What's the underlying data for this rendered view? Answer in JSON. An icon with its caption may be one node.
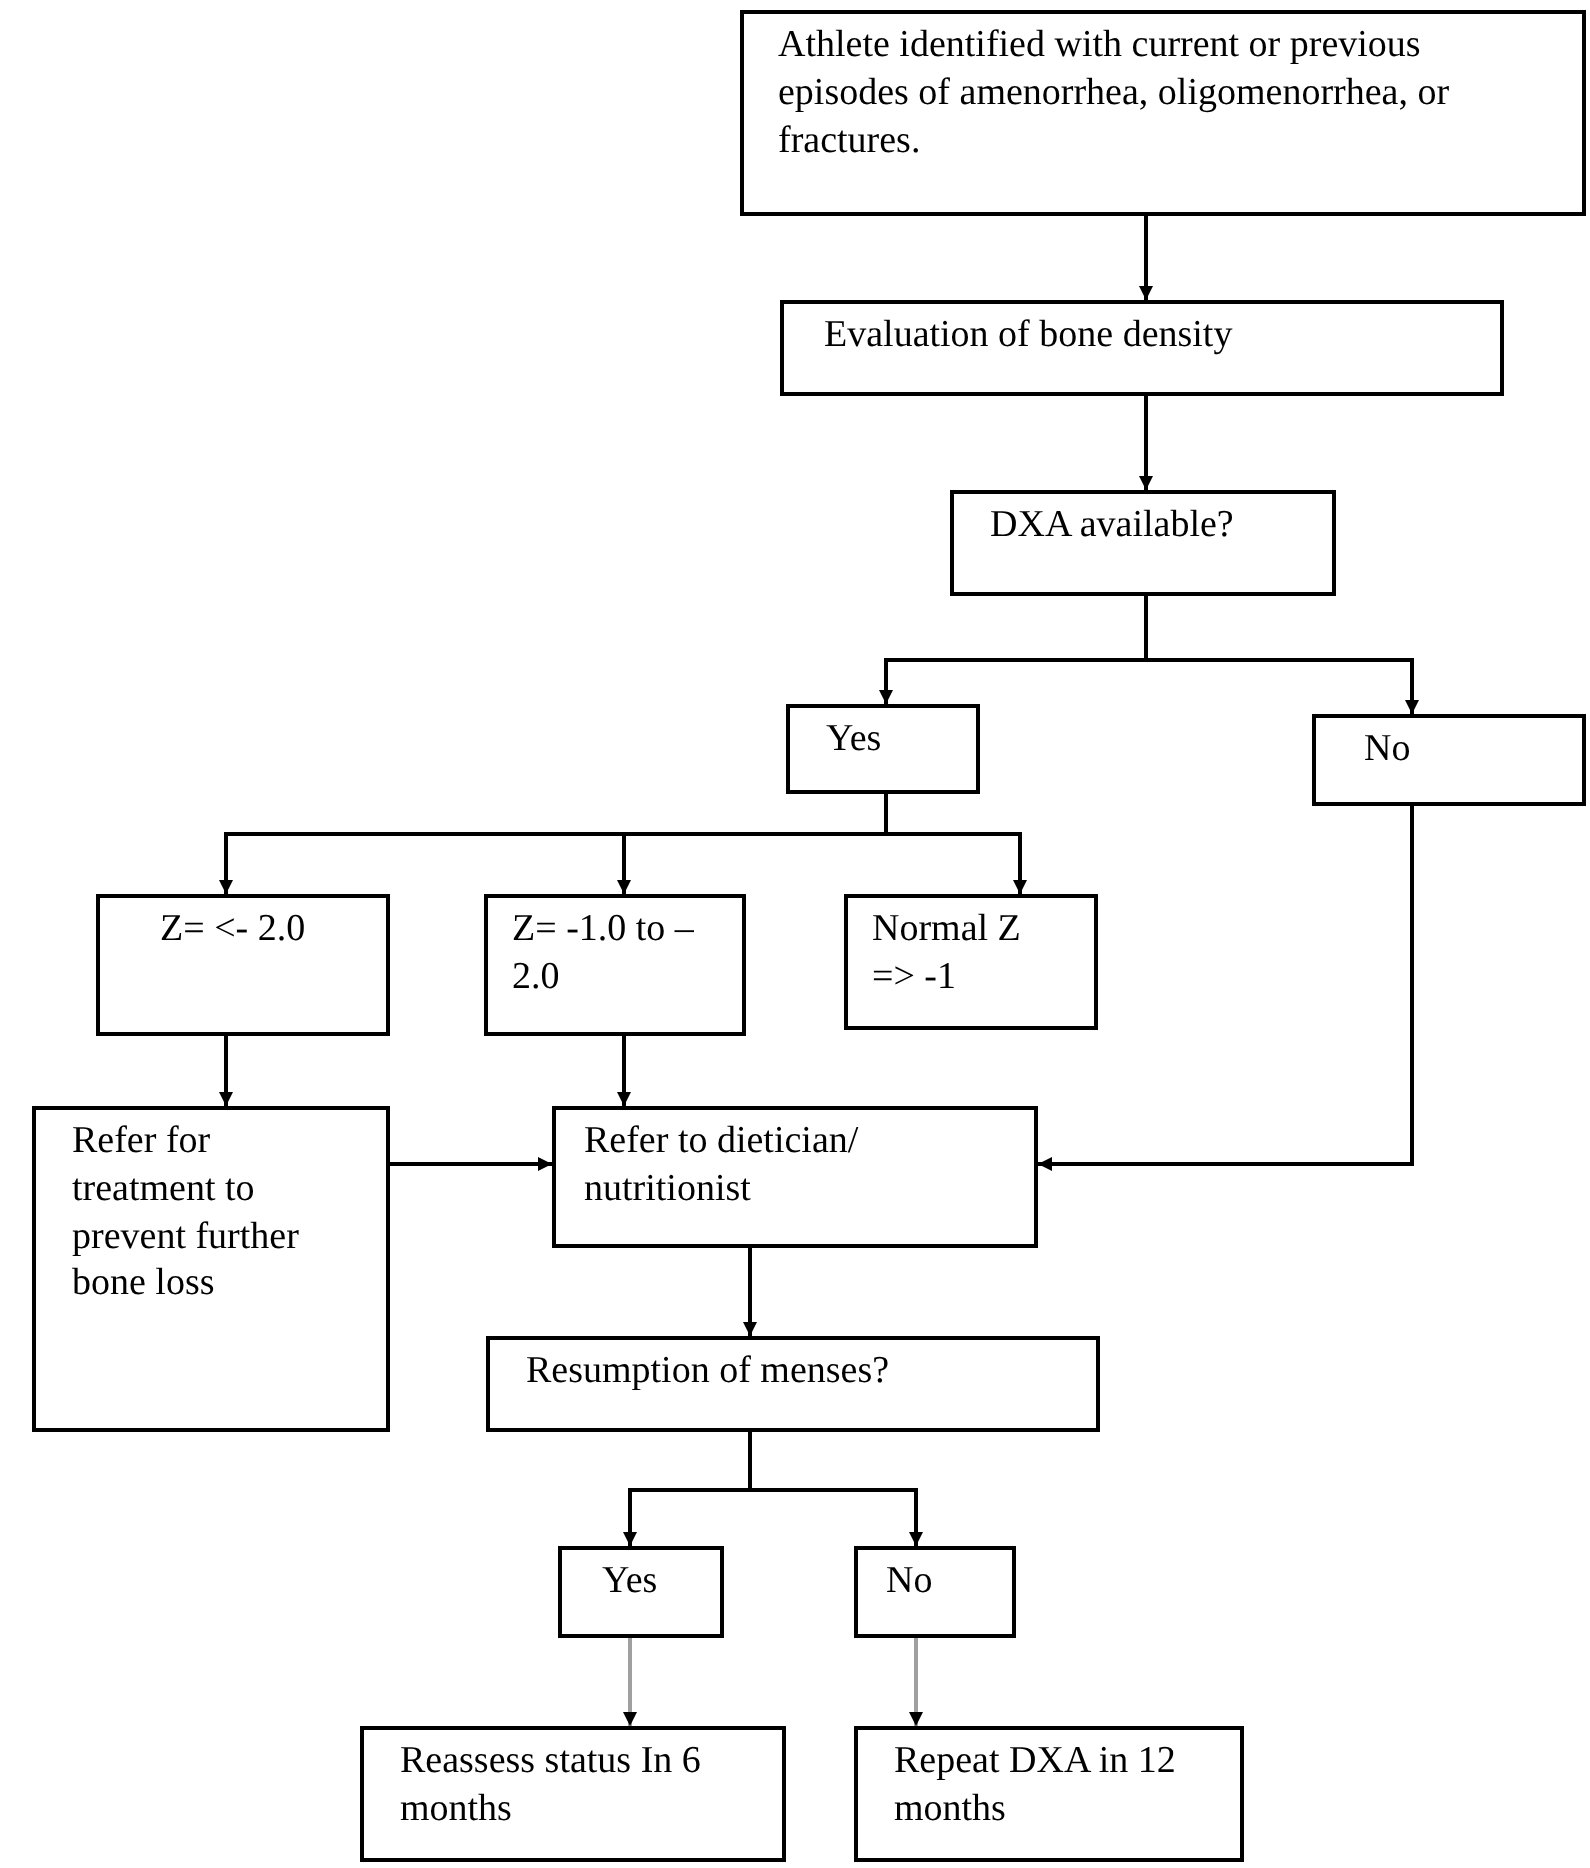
{
  "diagram": {
    "nodes": [
      {
        "text": [
          "Athlete identified with current or previous episodes of amenorrhea, oligomenorrhea, or fractures."
        ]
      },
      {
        "text": [
          "Evaluation of bone density"
        ]
      },
      {
        "text": [
          "DXA available?"
        ]
      },
      {
        "text": [
          "Yes"
        ]
      },
      {
        "text": [
          "No"
        ]
      },
      {
        "text": [
          "Z= <- 2.0"
        ]
      },
      {
        "text": [
          "Z= -1.0 to –2.0"
        ]
      },
      {
        "text": [
          "Normal Z  => -1"
        ]
      },
      {
        "text": [
          "Refer for treatment to prevent further bone loss"
        ]
      },
      {
        "text": [
          "Refer to dietician/ nutritionist"
        ]
      },
      {
        "text": [
          "Resumption of menses?"
        ]
      },
      {
        "text": [
          "Yes"
        ]
      },
      {
        "text": [
          "No"
        ]
      },
      {
        "text": [
          "Reassess status In 6 months"
        ]
      },
      {
        "text": [
          "Repeat DXA in 12 months"
        ]
      }
    ],
    "edges": [
      {
        "from": 0,
        "to": 1,
        "arrow": "to"
      },
      {
        "from": 1,
        "to": 2,
        "arrow": "to"
      },
      {
        "from": 2,
        "to": 3,
        "arrow": "to"
      },
      {
        "from": 2,
        "to": 4,
        "arrow": "to"
      },
      {
        "from": 3,
        "to": 5,
        "arrow": "to"
      },
      {
        "from": 3,
        "to": 6,
        "arrow": "to"
      },
      {
        "from": 3,
        "to": 7,
        "arrow": "to"
      },
      {
        "from": 5,
        "to": 8,
        "arrow": "to"
      },
      {
        "from": 6,
        "to": 9,
        "arrow": "to"
      },
      {
        "from": 8,
        "to": 9,
        "arrow": "to"
      },
      {
        "from": 4,
        "to": 9,
        "arrow": "to"
      },
      {
        "from": 9,
        "to": 10,
        "arrow": "to"
      },
      {
        "from": 10,
        "to": 11,
        "arrow": "to"
      },
      {
        "from": 10,
        "to": 12,
        "arrow": "to"
      },
      {
        "from": 11,
        "to": 13,
        "arrow": "to",
        "color": "#a0a0a0"
      },
      {
        "from": 12,
        "to": 14,
        "arrow": "to",
        "color": "#a0a0a0"
      }
    ]
  }
}
